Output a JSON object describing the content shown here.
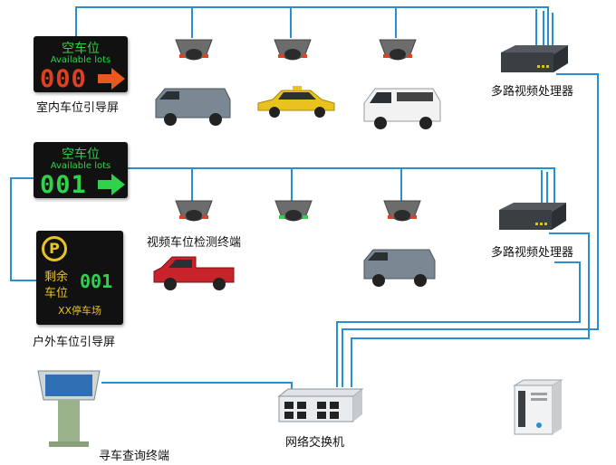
{
  "indoor_screen": {
    "title": "空车位",
    "subtitle": "Available lots",
    "count": "000",
    "caption": "室内车位引导屏"
  },
  "middle_screen": {
    "title": "空车位",
    "subtitle": "Available lots",
    "count": "001"
  },
  "outdoor_screen": {
    "parking_symbol": "P",
    "remain_label_1": "剩余",
    "remain_label_2": "车位",
    "count": "001",
    "lot_name": "XX停车场",
    "caption": "户外车位引导屏"
  },
  "detector_caption": "视频车位检测终端",
  "processor_captions": [
    "多路视频处理器",
    "多路视频处理器"
  ],
  "kiosk_caption": "寻车查询终端",
  "switch_caption": "网络交换机",
  "colors": {
    "cable": "#2a8fd0",
    "led_green": "#2fd24a",
    "led_red": "#e0401f",
    "arrow_orange": "#e85a1c",
    "yellow_text": "#e8c321"
  }
}
